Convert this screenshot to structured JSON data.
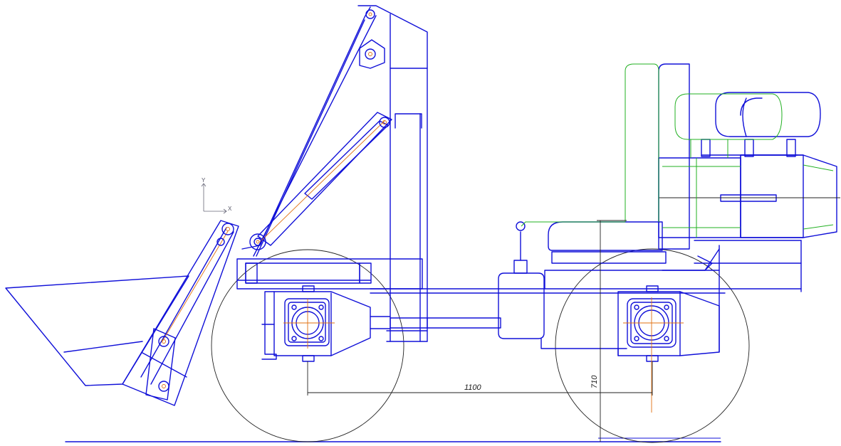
{
  "drawing": {
    "dimensions": {
      "wheelbase": "1100",
      "axle_height": "710"
    },
    "axis_labels": {
      "x": "X",
      "y": "Y"
    },
    "colors": {
      "main_lines": "#1010d8",
      "thin_lines": "#222222",
      "reference_parts": "#22b022",
      "center_lines": "#e07010",
      "background": "#ffffff"
    }
  }
}
